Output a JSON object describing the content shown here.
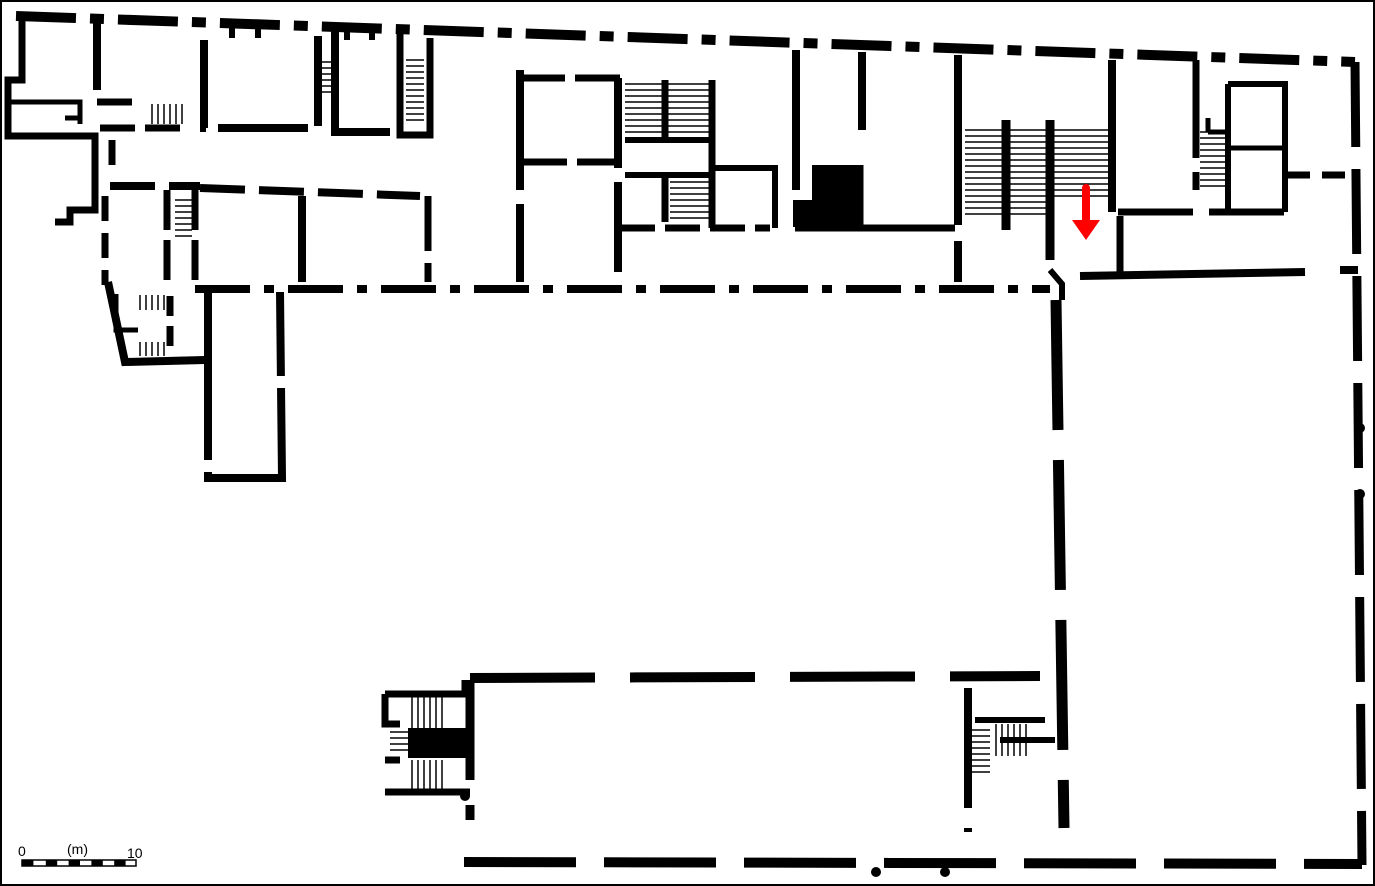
{
  "scale_bar": {
    "start_label": "0",
    "unit_label": "(m)",
    "end_label": "10"
  },
  "colors": {
    "wall": "#000000",
    "background": "#ffffff",
    "marker": "#ff0000",
    "frame": "#000000"
  },
  "icons": {
    "marker": "red-down-arrow-icon"
  }
}
